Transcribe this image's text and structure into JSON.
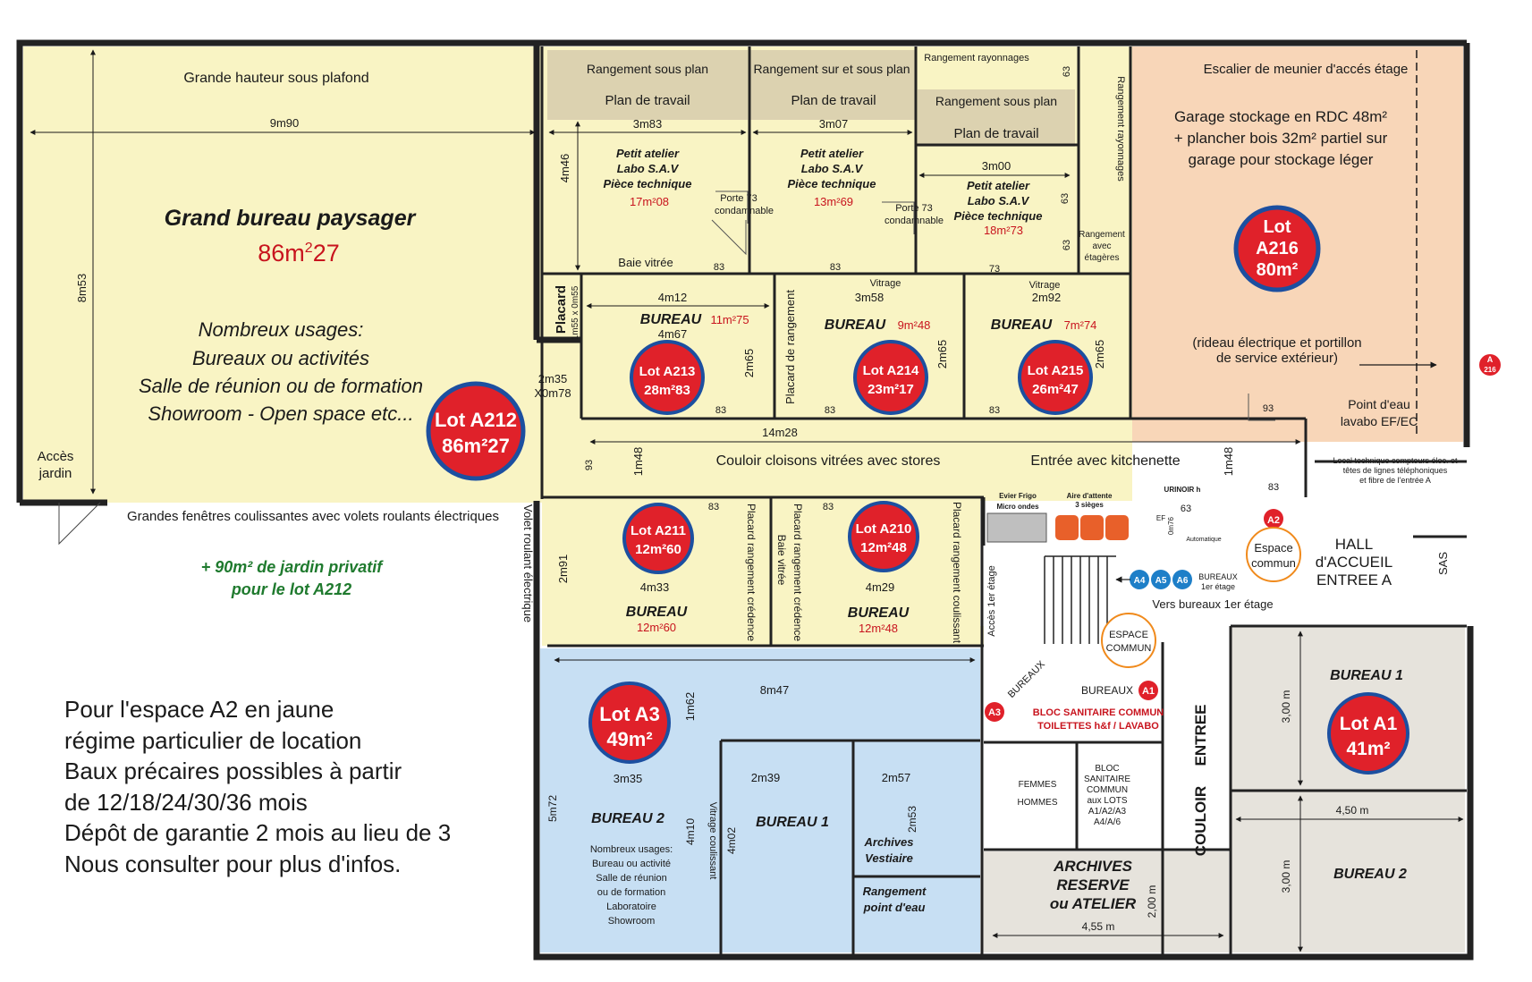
{
  "colors": {
    "yellow": "#f9f4c4",
    "blue": "#c7dff3",
    "orange": "#f8d6b8",
    "grey": "#e6e3dc",
    "workbench": "#dcd2b0",
    "lot_red": "#e0212a",
    "lot_blue": "#1c4fa0",
    "wall": "#222222"
  },
  "a212": {
    "top_label": "Grande hauteur sous plafond",
    "width_dim": "9m90",
    "height_dim": "8m53",
    "title": "Grand bureau paysager",
    "area_pre": "86m",
    "area_sup": "2",
    "area_post": "27",
    "usage1": "Nombreux usages:",
    "usage2": "Bureaux ou activités",
    "usage3": "Salle de réunion ou de formation",
    "usage4": "Showroom - Open space etc...",
    "acces1": "Accès",
    "acces2": "jardin",
    "door_dim1": "2m35",
    "door_dim2": "X0m78",
    "lot_line1": "Lot A212",
    "lot_line2": "86m²27",
    "windows": "Grandes fenêtres coulissantes avec volets roulants électriques",
    "garden1": "+ 90m² de jardin privatif",
    "garden2": "pour le lot A212"
  },
  "ateliers": [
    {
      "storage": "Rangement sous plan",
      "bench": "Plan de travail",
      "dim": "3m83",
      "l1": "Petit atelier",
      "l2": "Labo S.A.V",
      "l3": "Pièce technique",
      "area": "17m²08"
    },
    {
      "storage": "Rangement sur et sous plan",
      "bench": "Plan de travail",
      "dim": "3m07",
      "l1": "Petit atelier",
      "l2": "Labo S.A.V",
      "l3": "Pièce technique",
      "area": "13m²69"
    },
    {
      "storage": "Rangement sous plan",
      "bench": "Plan de travail",
      "dim": "3m00",
      "l1": "Petit atelier",
      "l2": "Labo S.A.V",
      "l3": "Pièce technique",
      "area": "18m²73"
    }
  ],
  "atelier_misc": {
    "dim_4m46": "4m46",
    "porte73_1": "Porte 73",
    "condamnable": "condamnable",
    "porte73_2": "Porte 73",
    "baie": "Baie vitrée",
    "d83": "83",
    "d73": "73",
    "d63": "63",
    "rang_ray_top": "Rangement rayonnages",
    "rang_ray_side": "Rangement rayonnages",
    "rang_et1": "Rangement",
    "rang_et2": "avec",
    "rang_et3": "étagères"
  },
  "bureaux_mid": [
    {
      "dim_top": "4m12",
      "dim_sub": "4m67",
      "label": "BUREAU",
      "area": "11m²75",
      "side": "2m65",
      "lot1": "Lot A213",
      "lot2": "28m²83"
    },
    {
      "dim_top": "3m58",
      "label": "BUREAU",
      "area": "9m²48",
      "side": "2m65",
      "lot1": "Lot A214",
      "lot2": "23m²17",
      "vitrage": "Vitrage"
    },
    {
      "dim_top": "2m92",
      "label": "BUREAU",
      "area": "7m²74",
      "side": "2m65",
      "lot1": "Lot A215",
      "lot2": "26m²47",
      "vitrage": "Vitrage"
    }
  ],
  "placard": {
    "label": "Placard",
    "size": "1m55 x 0m55",
    "rangement": "Placard de rangement"
  },
  "couloir": {
    "dim": "14m28",
    "label": "Couloir cloisons vitrées avec stores",
    "kitchen": "Entrée avec kitchenette",
    "d93": "93",
    "h1": "1m48",
    "h2": "1m48"
  },
  "bureaux_low": [
    {
      "lot1": "Lot A211",
      "lot2": "12m²60",
      "dim": "4m33",
      "side": "2m91",
      "label": "BUREAU",
      "area": "12m²60",
      "placard": "Placard rangement crédence"
    },
    {
      "lot1": "Lot A210",
      "lot2": "12m²48",
      "dim": "4m29",
      "label": "BUREAU",
      "area": "12m²48",
      "placard1": "Placard rangement crédence",
      "baie": "Baie vitrée",
      "placard2": "Placard rangement coulissant"
    }
  ],
  "volet": "Volet roulant électrique",
  "a216": {
    "escalier": "Escalier de meunier d'accés étage",
    "g1": "Garage  stockage en RDC 48m²",
    "g2": "+ plancher bois 32m² partiel sur",
    "g3": "garage pour stockage léger",
    "lot1": "Lot",
    "lot2": "A216",
    "lot3": "80m²",
    "r1": "(rideau électrique et portillon",
    "r2": "de service extérieur)",
    "p1": "Point d'eau",
    "p2": "lavabo EF/EC",
    "d93": "93",
    "marker1": "A",
    "marker2": "216"
  },
  "local_tech": {
    "l1": "Local technique compteurs élec. et",
    "l2": "têtes de lignes téléphoniques",
    "l3": "et fibre de l'entrée A"
  },
  "kitchen": {
    "evier1": "Evier Frigo",
    "evier2": "Micro ondes",
    "aire1": "Aire d'attente",
    "aire2": "3 sièges",
    "urinoir": "URINOIR h",
    "ef": "EF",
    "ef_dim": "0m76",
    "auto": "Automatique",
    "d83": "83",
    "d63": "63"
  },
  "hall": {
    "a2": "A2",
    "espace1": "Espace",
    "espace2": "commun",
    "h1": "HALL",
    "h2": "d'ACCUEIL",
    "h3": "ENTREE A",
    "sas": "SAS",
    "a4": "A4",
    "a5": "A5",
    "a6": "A6",
    "bx1": "BUREAUX",
    "bx2": "1er étage",
    "vers": "Vers bureaux 1er étage",
    "acces": "Accès 1er étage",
    "ec1": "ESPACE",
    "ec2": "COMMUN"
  },
  "sanitaire": {
    "bureaux_diag": "BUREAUX",
    "a3": "A3",
    "bureaux": "BUREAUX",
    "a1": "A1",
    "bloc1": "BLOC SANITAIRE COMMUN",
    "bloc2": "TOILETTES h&f / LAVABO",
    "femmes": "FEMMES",
    "hommes": "HOMMES",
    "b1": "BLOC",
    "b2": "SANITAIRE",
    "b3": "COMMUN",
    "b4": "aux LOTS",
    "b5": "A1/A2/A3",
    "b6": "A4/A/6",
    "couloir1": "COULOIR",
    "couloir2": "ENTREE"
  },
  "archives": {
    "l1": "ARCHIVES",
    "l2": "RESERVE",
    "l3": "ou ATELIER",
    "w": "4,55 m",
    "h": "2,00 m"
  },
  "a1_lot": {
    "b1": "BUREAU 1",
    "b2": "BUREAU 2",
    "h1": "3,00 m",
    "h2": "3,00 m",
    "w": "4,50 m",
    "lot1": "Lot A1",
    "lot2": "41m²"
  },
  "a3": {
    "lot1": "Lot A3",
    "lot2": "49m²",
    "dim_top": "8m47",
    "dim_v": "1m62",
    "b2": "BUREAU 2",
    "b2_dim": "3m35",
    "b2_h": "5m72",
    "b2_h2": "4m10",
    "usage1": "Nombreux usages:",
    "usage2": "Bureau ou activité",
    "usage3": "Salle de réunion",
    "usage4": "ou de formation",
    "usage5": "Laboratoire",
    "usage6": "Showroom",
    "vitrage": "Vitrage coulissant",
    "b1": "BUREAU 1",
    "b1_dim": "2m39",
    "b1_h": "4m02",
    "arch_dim": "2m57",
    "arch_h": "2m53",
    "arch1": "Archives",
    "arch2": "Vestiaire",
    "rang1": "Rangement",
    "rang2": "point d'eau"
  },
  "notes": [
    "Pour l'espace A2 en jaune",
    "régime particulier de location",
    "Baux précaires possibles à partir",
    "de 12/18/24/30/36 mois",
    "Dépôt de garantie 2 mois au lieu de 3",
    "Nous consulter pour plus d'infos."
  ]
}
